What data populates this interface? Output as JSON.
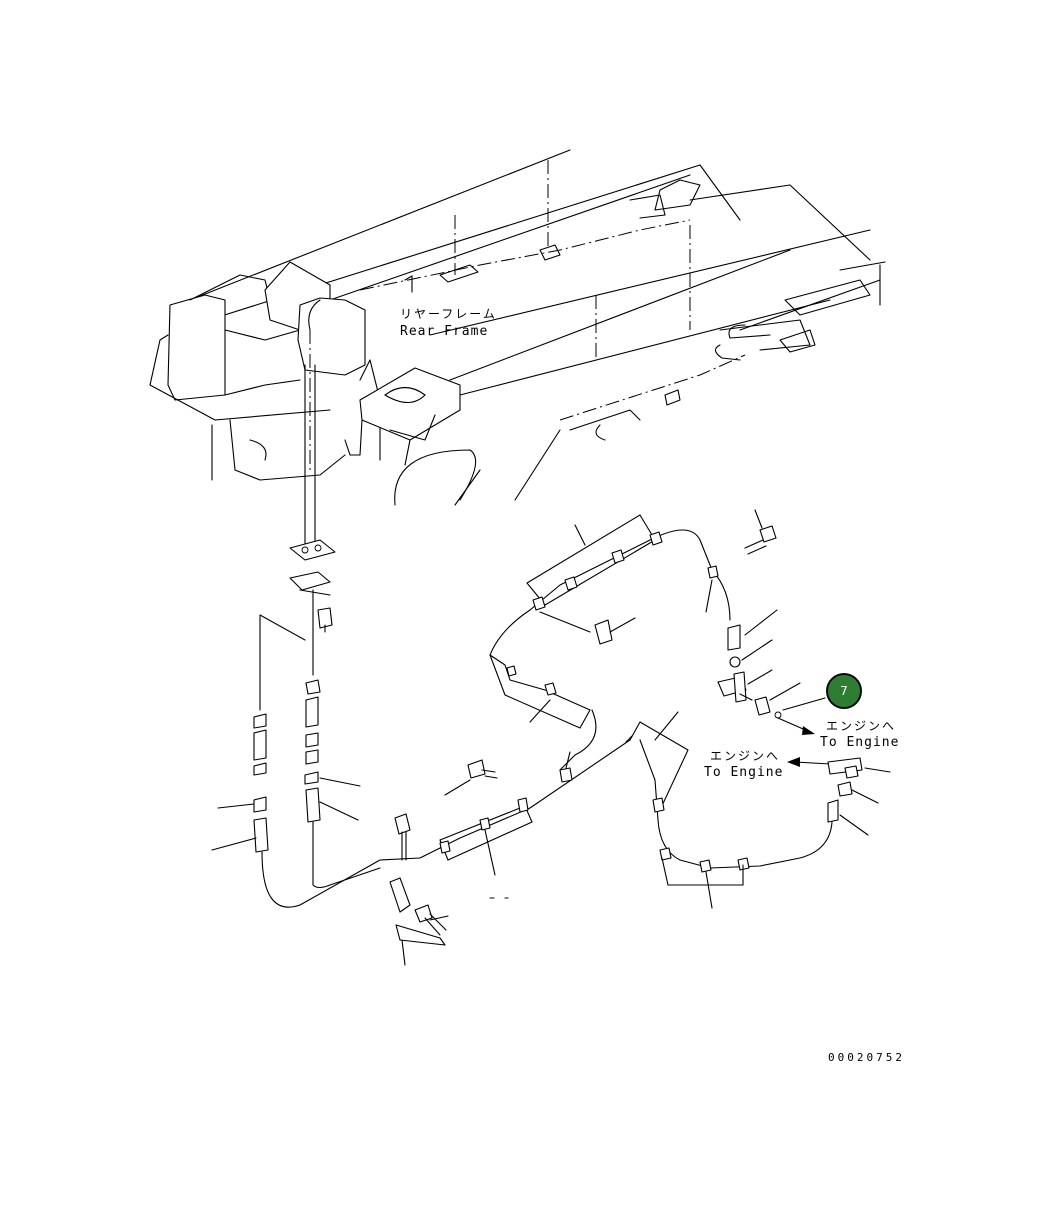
{
  "labels": {
    "rear_frame_jp": "リヤーフレーム",
    "rear_frame_en": "Rear Frame",
    "to_engine_jp_1": "エンジンへ",
    "to_engine_en_1": "To Engine",
    "to_engine_jp_2": "エンジンへ",
    "to_engine_en_2": "To Engine"
  },
  "callouts": [
    {
      "number": "7",
      "color": "#2e7d32"
    }
  ],
  "drawing_number": "00020752"
}
